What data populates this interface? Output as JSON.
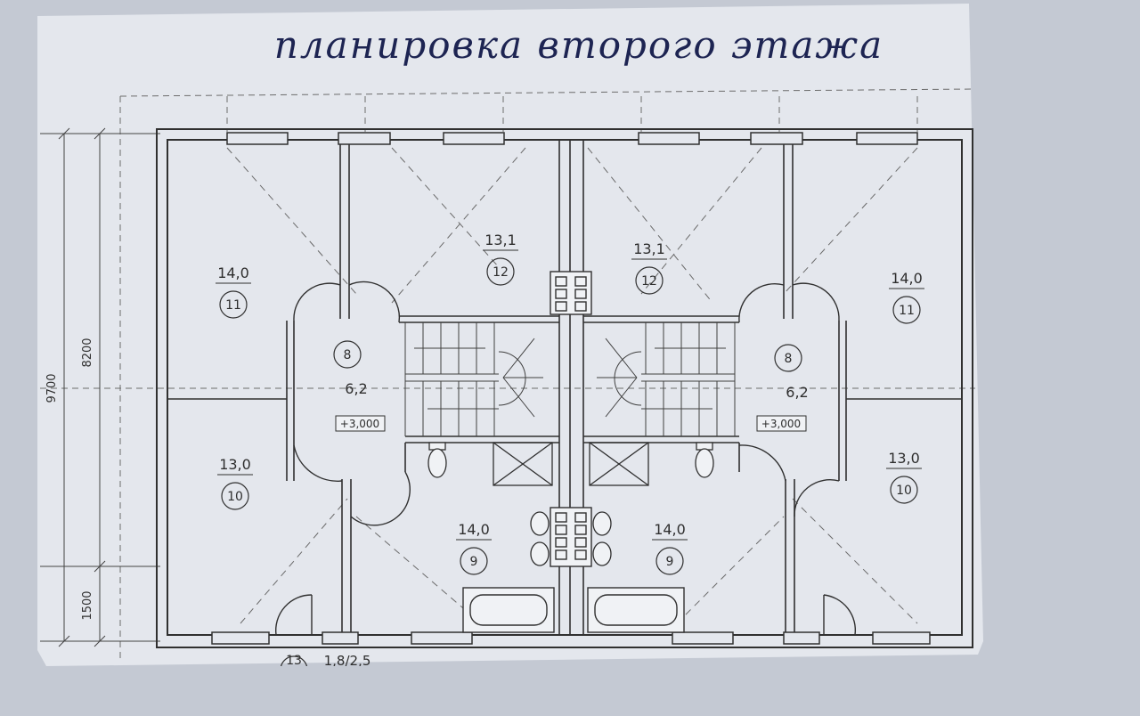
{
  "title": "планировка второго этажа",
  "dimensions": {
    "overall": "9700",
    "upper": "8200",
    "lower": "1500"
  },
  "rooms": [
    {
      "area": "14,0",
      "number": "11"
    },
    {
      "area": "13,1",
      "number": "12"
    },
    {
      "area": "13,1",
      "number": "12"
    },
    {
      "area": "14,0",
      "number": "11"
    },
    {
      "area": "6,2",
      "number": "8",
      "level": "+3,000"
    },
    {
      "area": "6,2",
      "number": "8",
      "level": "+3,000"
    },
    {
      "area": "13,0",
      "number": "10"
    },
    {
      "area": "14,0",
      "number": "9"
    },
    {
      "area": "14,0",
      "number": "9"
    },
    {
      "area": "13,0",
      "number": "10"
    }
  ],
  "cut_label": {
    "number": "13",
    "area": "1,8/2,5"
  },
  "colors": {
    "background": "#c4c9d3",
    "paper": "#e4e7ed",
    "title": "#1d2452",
    "lines": "#3a3a3a"
  }
}
